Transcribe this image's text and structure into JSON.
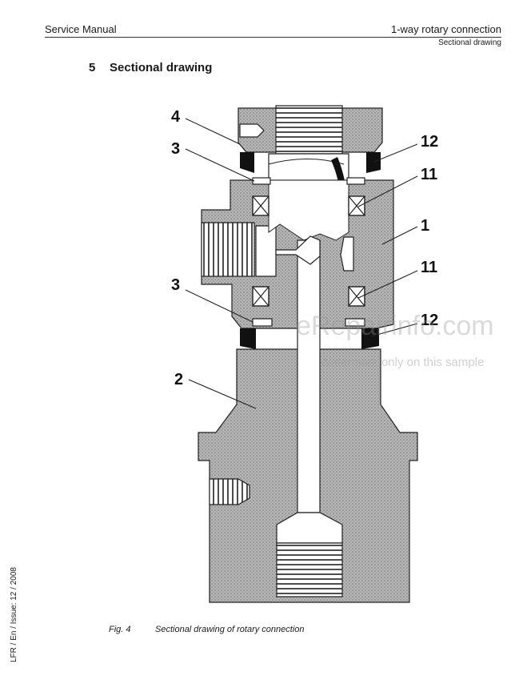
{
  "header": {
    "manual": "Service Manual",
    "topic": "1-way rotary connection",
    "subtopic": "Sectional drawing"
  },
  "section": {
    "number": "5",
    "title": "Sectional drawing"
  },
  "figure": {
    "callouts": [
      "4",
      "3",
      "3",
      "2",
      "12",
      "11",
      "1",
      "11",
      "12"
    ],
    "caption_label": "Fig. 4",
    "caption_text": "Sectional drawing of rotary connection"
  },
  "sidebar": {
    "issue": "LFR / En / Issue: 12 / 2008"
  },
  "watermark": {
    "line1": "eRepairinfo.com",
    "line2": "Watermark only on this sample"
  }
}
